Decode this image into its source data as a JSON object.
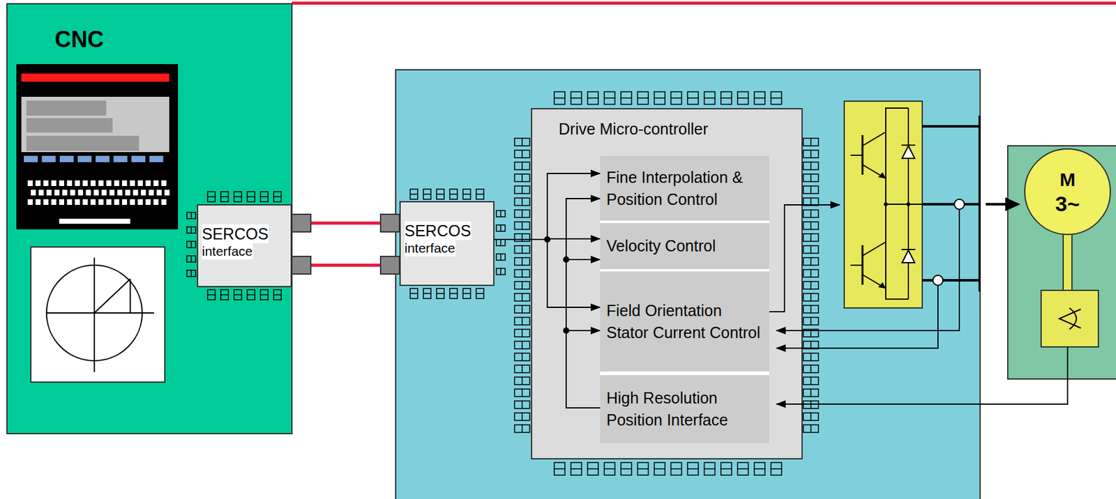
{
  "diagram": {
    "nodes": [
      {
        "text": [
          "CNC"
        ]
      },
      {
        "text": [
          "SERCOS",
          "interface"
        ],
        "in": 0
      },
      {
        "text": [
          "SERCOS",
          "interface"
        ]
      },
      {
        "text": [
          "Drive Micro-controller"
        ]
      },
      {
        "text": [
          "Fine Interpolation & Position Control"
        ],
        "in": 3
      },
      {
        "text": [
          "Velocity Control"
        ],
        "in": 3
      },
      {
        "text": [
          "Field Orientation Stator Current Control"
        ],
        "in": 3
      },
      {
        "text": [
          "High Resolution Position Interface"
        ],
        "in": 3
      },
      {
        "text": [
          "M",
          "3~"
        ]
      }
    ],
    "edges": [
      {
        "from": 1,
        "to": 2,
        "arrow": "none"
      },
      {
        "from": 1,
        "to": 2,
        "arrow": "none"
      },
      {
        "from": 2,
        "to": 4,
        "arrow": "to"
      },
      {
        "from": 2,
        "to": 5,
        "arrow": "to"
      },
      {
        "from": 2,
        "to": 6,
        "arrow": "to"
      },
      {
        "from": 7,
        "to": 4,
        "arrow": "to"
      },
      {
        "from": 7,
        "to": 5,
        "arrow": "to"
      },
      {
        "from": 7,
        "to": 6,
        "arrow": "to"
      }
    ]
  }
}
